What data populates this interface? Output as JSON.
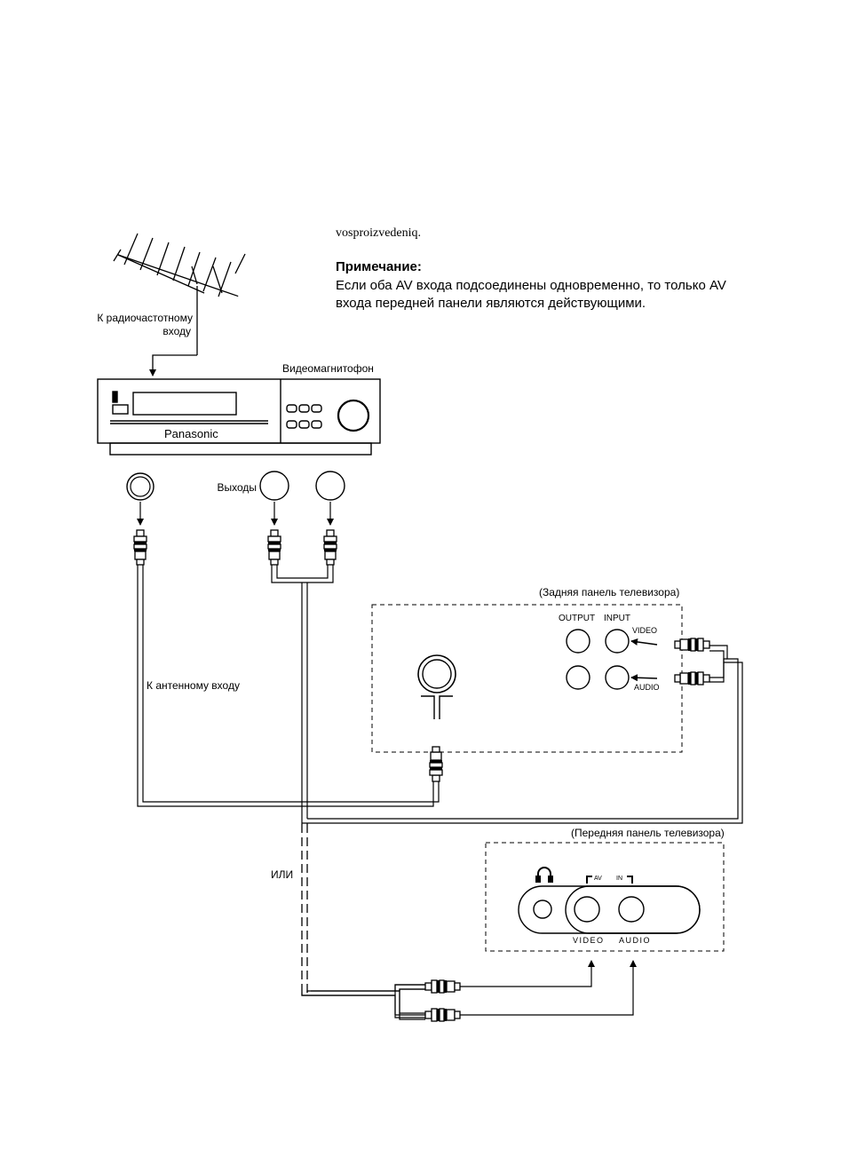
{
  "intro_text": "vosproizvedeniq.",
  "note": {
    "title": "Примечание:",
    "line1": "Если оба AV входа подсоединены одновременно, то только AV",
    "line2": "входа передней панели являются действующими."
  },
  "labels": {
    "rf_input_1": "К радиочастотному",
    "rf_input_2": "входу",
    "vcr": "Видеомагнитофон",
    "brand": "Panasonic",
    "outputs": "Выходы",
    "rear_panel": "(Задняя панель телевизора)",
    "output": "OUTPUT",
    "input": "INPUT",
    "video_rear": "VIDEO",
    "audio_rear": "AUDIO",
    "antenna_input": "К антенному входу",
    "front_panel": "(Передняя панель телевизора)",
    "or": "ИЛИ",
    "av": "AV",
    "in": "IN",
    "video_front": "VIDEO",
    "audio_front": "AUDIO"
  },
  "icons": {
    "antenna": "antenna-icon",
    "headphones": "headphones-icon",
    "rca_plug": "rca-plug-icon",
    "jack": "jack-icon"
  },
  "colors": {
    "ink": "#000000",
    "background": "#ffffff"
  }
}
